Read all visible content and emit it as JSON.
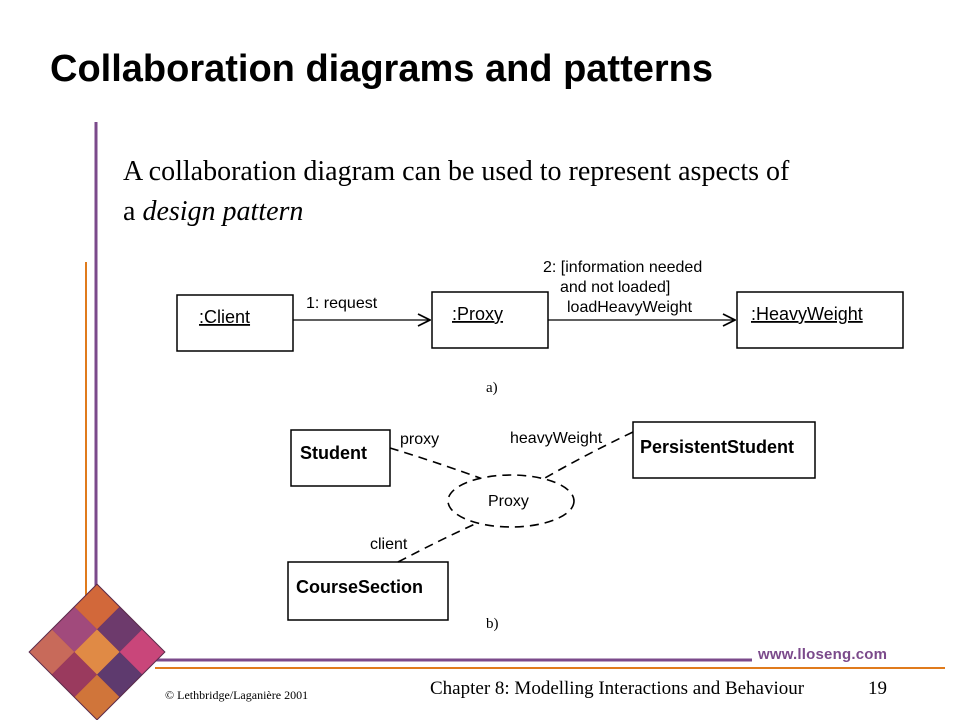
{
  "slide": {
    "title": "Collaboration diagrams and patterns",
    "body_line1": "A collaboration diagram can be used to represent aspects of",
    "body_line2_prefix": "a ",
    "body_line2_emph": "design pattern",
    "footer": {
      "copyright": "© Lethbridge/Laganière 2001",
      "chapter": "Chapter 8: Modelling Interactions and Behaviour",
      "page": "19",
      "website": "www.lloseng.com"
    },
    "colors": {
      "accent_purple": "#7b4a8b",
      "accent_orange": "#e07b1c"
    }
  },
  "diagram_a": {
    "objects": {
      "client": ":Client",
      "proxy": ":Proxy",
      "heavy": ":HeavyWeight"
    },
    "messages": {
      "m1": "1: request",
      "m2_line1": "2: [information needed",
      "m2_line2": "and not loaded]",
      "m2_line3": "loadHeavyWeight"
    },
    "caption": "a)"
  },
  "diagram_b": {
    "classes": {
      "student": "Student",
      "persistent": "PersistentStudent",
      "course": "CourseSection"
    },
    "collaboration": "Proxy",
    "roles": {
      "proxy": "proxy",
      "heavy": "heavyWeight",
      "client": "client"
    },
    "caption": "b)"
  }
}
